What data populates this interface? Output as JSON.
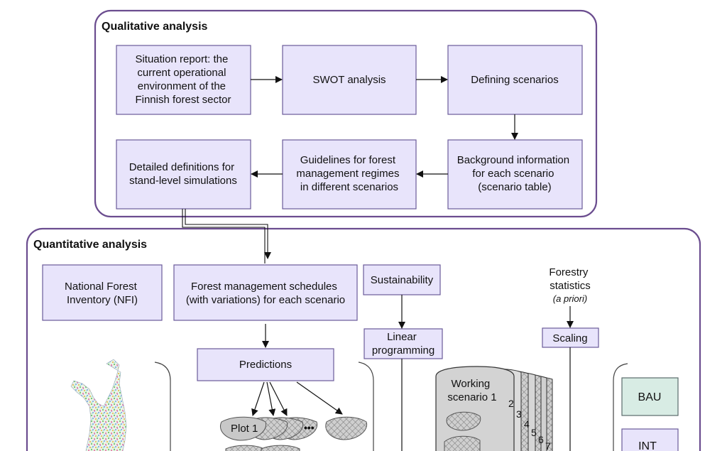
{
  "qualitative": {
    "title": "Qualitative analysis",
    "situation": [
      "Situation report: the",
      "current operational",
      "environment of the",
      "Finnish forest sector"
    ],
    "swot": "SWOT analysis",
    "defining": "Defining scenarios",
    "background": [
      "Background information",
      "for each scenario",
      "(scenario table)"
    ],
    "guidelines": [
      "Guidelines for forest",
      "management regimes",
      "in different scenarios"
    ],
    "detailed": [
      "Detailed definitions for",
      "stand-level simulations"
    ]
  },
  "quantitative": {
    "title": "Quantitative analysis",
    "nfi": [
      "National Forest",
      "Inventory (NFI)"
    ],
    "schedules": [
      "Forest management schedules",
      "(with variations) for each scenario"
    ],
    "sustainability": "Sustainability",
    "linear": [
      "Linear",
      "programming"
    ],
    "forestry_stats": [
      "Forestry",
      "statistics"
    ],
    "a_priori": "(a priori)",
    "scaling": "Scaling",
    "predictions": "Predictions",
    "plot_label": "Plot 1",
    "ellipsis": "•••",
    "working_scenario": [
      "Working",
      "scenario 1"
    ],
    "layer_numbers": [
      "2",
      "3",
      "4",
      "5",
      "6",
      "7"
    ],
    "bau": "BAU",
    "int": "INT"
  },
  "colors": {
    "box_fill": "#e8e4fb",
    "box_stroke": "#6b5b9a",
    "panel_stroke": "#6b4d8f",
    "green_fill": "#d8ece4"
  }
}
